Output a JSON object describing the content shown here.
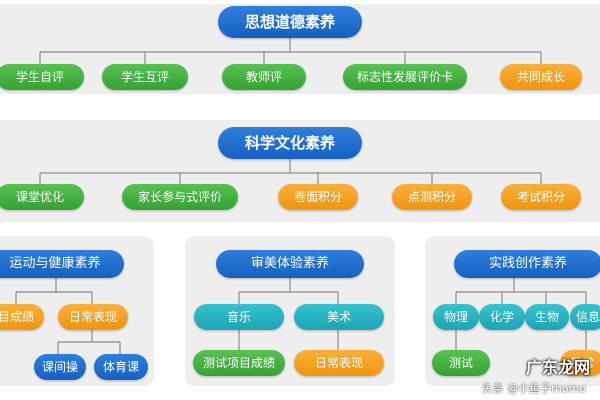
{
  "colors": {
    "title_blue": "#1f6fd0",
    "green": "#43b040",
    "orange": "#f3a01f",
    "teal": "#28b3c2",
    "panel_gray": "#eeeeef",
    "line_gray": "#8c8c8c"
  },
  "sections": {
    "moral": {
      "title": "思想道德素养",
      "items": [
        "学生自评",
        "学生互评",
        "教师评",
        "标志性发展评价卡",
        "共同成长"
      ]
    },
    "science": {
      "title": "科学文化素养",
      "items": [
        "课堂优化",
        "家长参与式评价",
        "卷面积分",
        "点测积分",
        "考试积分"
      ]
    },
    "sports": {
      "title": "运动与健康素养",
      "items": [
        "目成绩",
        "日常表现",
        "课间操",
        "体育课"
      ]
    },
    "aesthetic": {
      "title": "审美体验素养",
      "items": [
        "音乐",
        "美术",
        "测试项目成绩",
        "日常表现"
      ]
    },
    "practice": {
      "title": "实践创作素养",
      "items": [
        "物理",
        "化学",
        "生物",
        "信息",
        "测试",
        "日常"
      ]
    }
  },
  "watermark": {
    "logo_text": "广东龙网",
    "caption": "头条 @小鱼子momo"
  }
}
